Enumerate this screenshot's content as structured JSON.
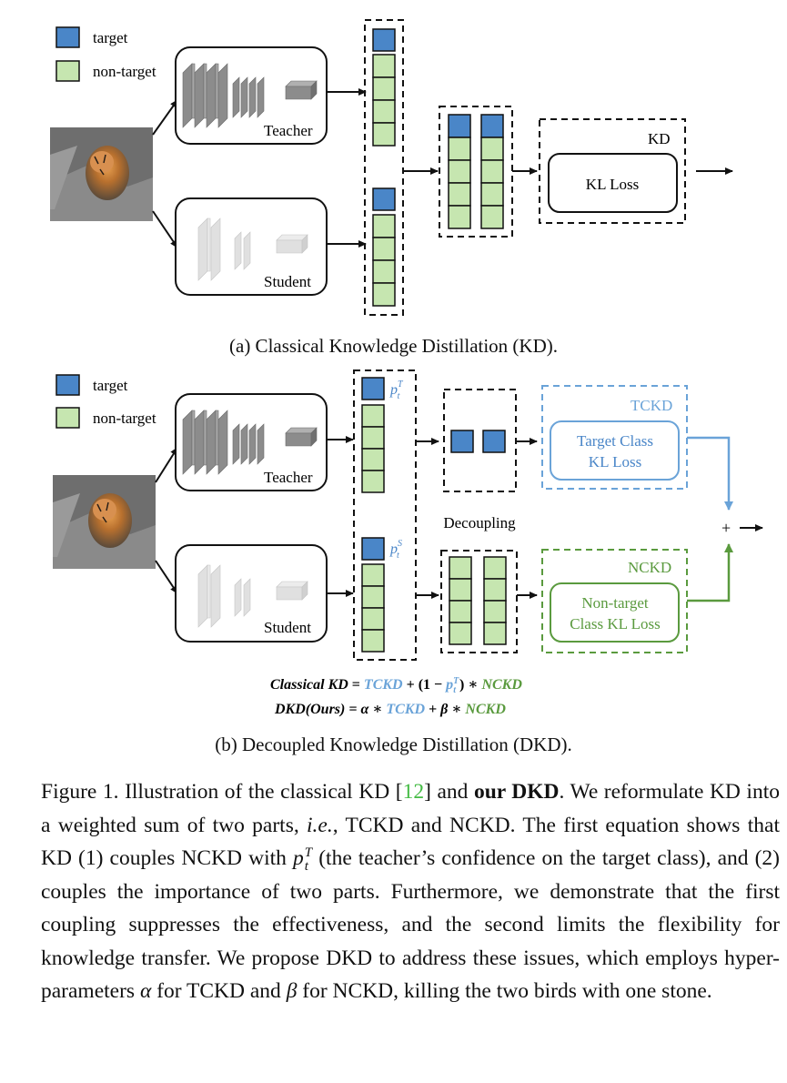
{
  "panel_a": {
    "legend_target": "target",
    "legend_nontarget": "non-target",
    "teacher": "Teacher",
    "student": "Student",
    "kd_tag": "KD",
    "kl_loss": "KL Loss",
    "caption": "(a) Classical Knowledge Distillation (KD)."
  },
  "panel_b": {
    "legend_target": "target",
    "legend_nontarget": "non-target",
    "teacher": "Teacher",
    "student": "Student",
    "pt_teacher": "p",
    "pt_teacher_sup": "T",
    "pt_teacher_sub": "t",
    "pt_student": "p",
    "pt_student_sup": "S",
    "pt_student_sub": "t",
    "decoupling": "Decoupling",
    "tckd_tag": "TCKD",
    "tckd_line1": "Target Class",
    "tckd_line2": "KL Loss",
    "nckd_tag": "NCKD",
    "nckd_line1": "Non-target",
    "nckd_line2": "Class KL Loss",
    "plus": "+",
    "eq1_lhs": "Classical KD",
    "eq1_tckd": "TCKD",
    "eq1_mid": "+ (1 −",
    "eq1_close": ") ∗",
    "eq1_nckd": "NCKD",
    "eq2_lhs": "DKD(Ours)",
    "eq2_alpha": "= α ∗",
    "eq2_tckd": "TCKD",
    "eq2_beta": "+ β ∗",
    "eq2_nckd": "NCKD",
    "caption": "(b) Decoupled Knowledge Distillation (DKD)."
  },
  "figure_caption": {
    "part1": "Figure 1. Illustration of the classical KD [",
    "cite": "12",
    "part2": "] and ",
    "bold": "our DKD",
    "part3": ". We reformulate KD into a weighted sum of two parts, ",
    "ie": "i.e.",
    "part4": ", TCKD and NCKD. The first equation shows that KD (1) couples NCKD with ",
    "pt": "p",
    "pt_sub": "t",
    "pt_sup": "T",
    "part5": " (the teacher’s confidence on the target class), and (2) couples the importance of two parts. Furthermore, we demonstrate that the first coupling suppresses the effectiveness, and the second limits the flexibility for knowledge transfer. We propose DKD to address these issues, which employs hyper-parameters ",
    "alpha": "α",
    "part6": " for TCKD and ",
    "beta": "β",
    "part7": " for NCKD, killing the two birds with one stone."
  },
  "colors": {
    "target_blue": "#4a86c8",
    "nontarget_green": "#c6e6b0",
    "tckd_blue": "#6aa3d8",
    "nckd_green": "#5a9a3e",
    "cite_green": "#44bb44"
  }
}
